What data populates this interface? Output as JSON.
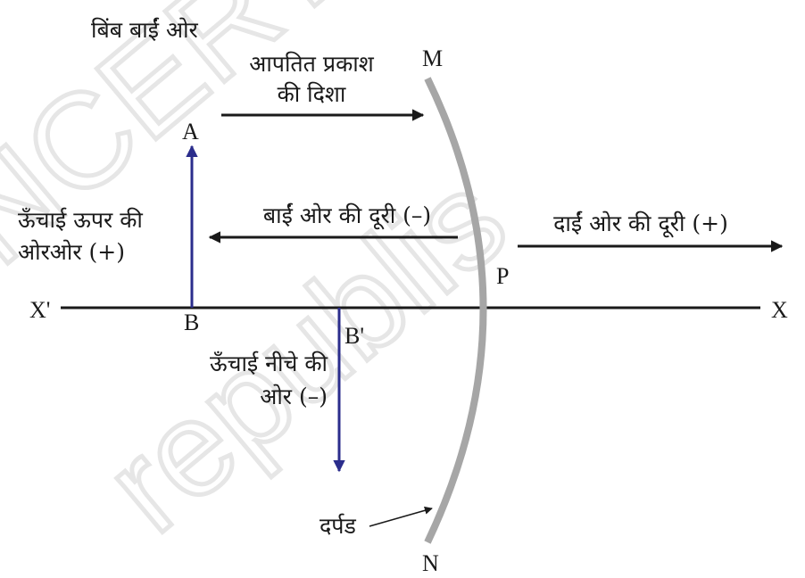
{
  "labels": {
    "object_left": "बिंब बाईं ओर",
    "incident_light_line1": "आपतित प्रकाश",
    "incident_light_line2": "की दिशा",
    "distance_left": "बाईं ओर की दूरी (–)",
    "distance_right": "दाईं ओर की दूरी (+)",
    "height_up_line1": "ऊँचाई ऊपर की",
    "height_up_line2": "ओरओर (+)",
    "height_down_line1": "ऊँचाई नीचे की",
    "height_down_line2": "ओर (–)",
    "mirror": "दर्पड"
  },
  "points": {
    "M": "M",
    "N": "N",
    "P": "P",
    "A": "A",
    "B": "B",
    "B_prime": "B'",
    "X": "X",
    "X_prime": "X'"
  },
  "watermark": "© NCERT not to be republished",
  "colors": {
    "text": "#1a1a1a",
    "object_arrow": "#2b2d8c",
    "mirror": "#a6a6a6",
    "watermark": "#e6e6e6"
  }
}
